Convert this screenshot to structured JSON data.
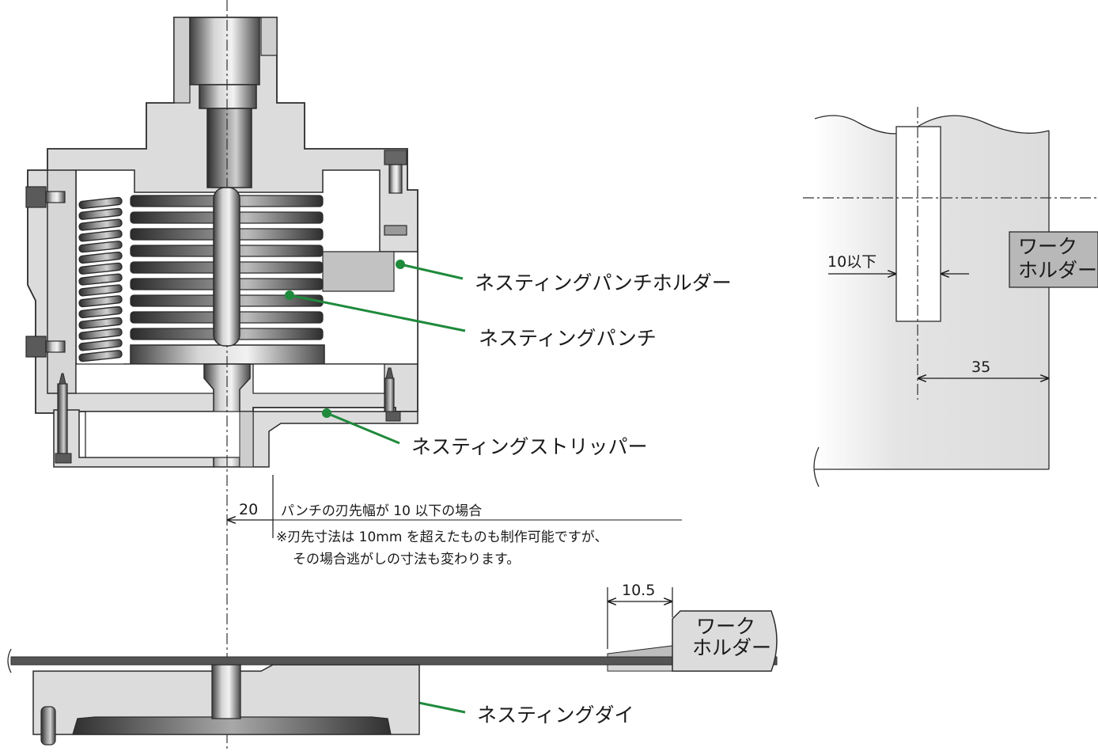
{
  "callouts": {
    "punch_holder": "ネスティングパンチホルダー",
    "punch": "ネスティングパンチ",
    "stripper": "ネスティングストリッパー",
    "die": "ネスティングダイ"
  },
  "dimensions": {
    "punch_offset": "20",
    "holder_gap": "10.5",
    "edge_width": "10以下",
    "edge_to_holder": "35"
  },
  "notes": {
    "line1": "パンチの刃先幅が 10 以下の場合",
    "line2": "※刃先寸法は 10mm を超えたものも制作可能ですが、",
    "line3": "その場合逃がしの寸法も変わります。"
  },
  "work_holder": {
    "line1": "ワーク",
    "line2": "ホルダー"
  },
  "colors": {
    "leader": "#1f8a3c",
    "body": "#dcdcdc",
    "outline": "#2b2b2b",
    "dark": "#555555"
  }
}
